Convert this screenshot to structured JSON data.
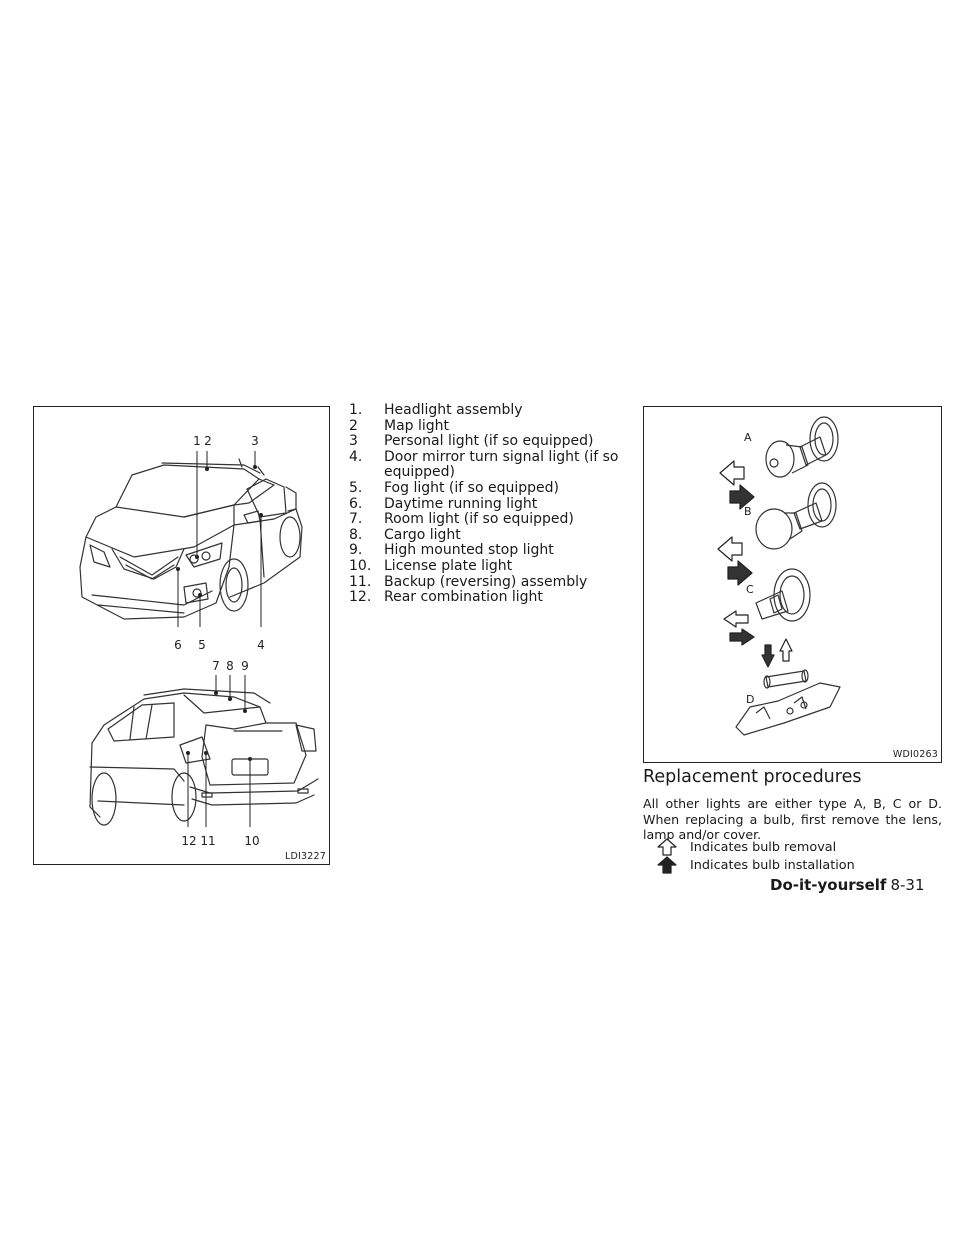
{
  "figure_left": {
    "code": "LDI3227",
    "callouts_front": [
      "1",
      "2",
      "3",
      "4",
      "5",
      "6"
    ],
    "callouts_rear": [
      "7",
      "8",
      "9",
      "10",
      "11",
      "12"
    ]
  },
  "parts_list": [
    {
      "num": "1.",
      "label": "Headlight assembly"
    },
    {
      "num": "2",
      "label": "Map light"
    },
    {
      "num": "3",
      "label": "Personal light (if so equipped)"
    },
    {
      "num": "4.",
      "label": "Door mirror turn signal light (if so equipped)"
    },
    {
      "num": "5.",
      "label": "Fog light (if so equipped)"
    },
    {
      "num": "6.",
      "label": "Daytime running light"
    },
    {
      "num": "7.",
      "label": "Room light (if so equipped)"
    },
    {
      "num": "8.",
      "label": "Cargo light"
    },
    {
      "num": "9.",
      "label": "High mounted stop light"
    },
    {
      "num": "10.",
      "label": "License plate light"
    },
    {
      "num": "11.",
      "label": "Backup (reversing) assembly"
    },
    {
      "num": "12.",
      "label": "Rear combination light"
    }
  ],
  "figure_right": {
    "code": "WDI0263",
    "bulb_types": [
      "A",
      "B",
      "C",
      "D"
    ]
  },
  "section": {
    "heading": "Replacement procedures",
    "body": "All other lights are either type A, B, C or D. When replacing a bulb, first remove the lens, lamp and/or cover."
  },
  "legend": [
    {
      "icon": "outline-arrow-up-icon",
      "label": "Indicates bulb removal"
    },
    {
      "icon": "solid-arrow-up-icon",
      "label": "Indicates bulb installation"
    }
  ],
  "footer": {
    "section": "Do-it-yourself",
    "page": "8-31"
  }
}
